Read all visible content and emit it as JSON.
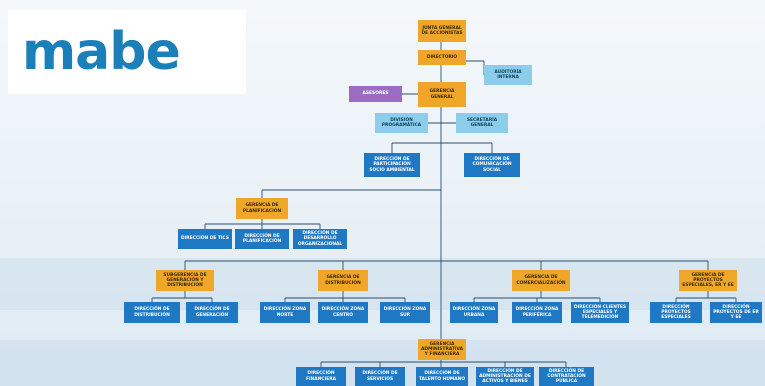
{
  "logo": {
    "text": "mabe"
  },
  "nodes": {
    "junta": "JUNTA GENERAL DE ACCIONISTAS",
    "directorio": "DIRECTORIO",
    "auditoria": "AUDITORÍA INTERNA",
    "asesores": "ASESORES",
    "gerencia_general": "GERENCIA GENERAL",
    "division_programatica": "DIVISIÓN PROGRAMÁTICA",
    "secretaria_general": "SECRETARÍA GENERAL",
    "dir_participacion": "DIRECCIÓN DE PARTICIPACIÓN SOCIO AMBIENTAL",
    "dir_comunicacion_social": "DIRECCIÓN DE COMUNICACIÓN SOCIAL",
    "ger_planificacion": "GERENCIA DE PLANIFICACIÓN",
    "dir_tics": "DIRECCIÓN DE TICS",
    "dir_planificacion": "DIRECCIÓN DE PLANIFICACIÓN",
    "dir_desarrollo": "DIRECCIÓN DE DESARROLLO ORGANIZACIONAL",
    "subger_generacion": "SUBGERENCIA DE GENERACIÓN Y DISTRIBUCIÓN",
    "dir_distribucion": "DIRECCIÓN DE DISTRIBUCIÓN",
    "dir_generacion": "DIRECCIÓN DE GENERACIÓN",
    "ger_distribucion": "GERENCIA DE DISTRIBUCIÓN",
    "dir_zona_norte": "DIRECCIÓN ZONA NORTE",
    "dir_zona_centro": "DIRECCIÓN ZONA CENTRO",
    "dir_zona_sur": "DIRECCIÓN ZONA SUR",
    "ger_comercializacion": "GERENCIA DE COMERCIALIZACIÓN",
    "dir_zona_urbana": "DIRECCIÓN ZONA URBANA",
    "dir_zona_periferica": "DIRECCIÓN ZONA PERIFÉRICA",
    "dir_clientes": "DIRECCIÓN CLIENTES ESPECIALES Y TELEMEDICIÓN",
    "ger_proyectos": "GERENCIA DE PROYECTOS ESPECIALES, ER Y EE",
    "dir_proy_especiales": "DIRECCIÓN PROYECTOS ESPECIALES",
    "dir_proy_er": "DIRECCIÓN PROYECTOS DE ER Y EE",
    "ger_administrativa": "GERENCIA ADMINISTRATIVA Y FINANCIERA",
    "dir_financiera": "DIRECCIÓN FINANCIERA",
    "dir_servicios": "DIRECCIÓN DE SERVICIOS",
    "dir_talento": "DIRECCIÓN DE TALENTO HUMANO",
    "dir_administracion": "DIRECCIÓN DE ADMINISTRACIÓN DE ACTIVOS Y BIENES",
    "dir_contratacion": "DIRECCIÓN DE CONTRATACIÓN PÚBLICA"
  },
  "colors": {
    "orange": "#f0a628",
    "blue": "#1f78c4",
    "light_blue": "#8dcde9",
    "purple": "#9b6cc3",
    "logo": "#1b7fb9",
    "line": "#2d4d6a"
  }
}
